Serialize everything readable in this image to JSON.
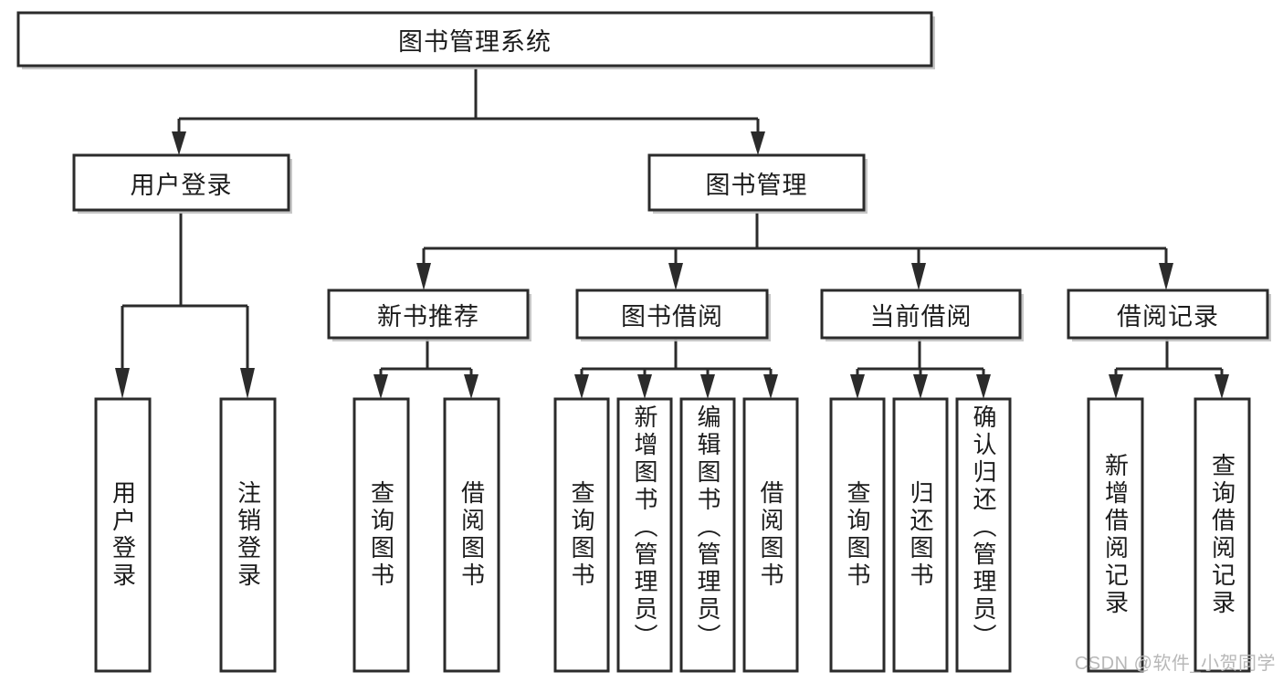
{
  "diagram": {
    "type": "tree",
    "title": "图书管理系统",
    "watermark": "CSDN @软件_小贺同学",
    "colors": {
      "box_stroke": "#2b2b2b",
      "box_fill": "#ffffff",
      "connector": "#2b2b2b",
      "text": "#1c1c1c",
      "watermark": "#b8b8b8",
      "shadow": "#bdbdbd"
    },
    "root": {
      "label": "图书管理系统"
    },
    "level2": [
      {
        "label": "用户登录"
      },
      {
        "label": "图书管理"
      }
    ],
    "level3": [
      {
        "label": "新书推荐"
      },
      {
        "label": "图书借阅"
      },
      {
        "label": "当前借阅"
      },
      {
        "label": "借阅记录"
      }
    ],
    "leaves_user_login": [
      {
        "label": "用户登录"
      },
      {
        "label": "注销登录"
      }
    ],
    "leaves_new_book": [
      {
        "label": "查询图书"
      },
      {
        "label": "借阅图书"
      }
    ],
    "leaves_borrow": [
      {
        "label": "查询图书"
      },
      {
        "label": "新增图书（管理员）"
      },
      {
        "label": "编辑图书（管理员）"
      },
      {
        "label": "借阅图书"
      }
    ],
    "leaves_current": [
      {
        "label": "查询图书"
      },
      {
        "label": "归还图书"
      },
      {
        "label": "确认归还（管理员）"
      }
    ],
    "leaves_record": [
      {
        "label": "新增借阅记录"
      },
      {
        "label": "查询借阅记录"
      }
    ]
  }
}
